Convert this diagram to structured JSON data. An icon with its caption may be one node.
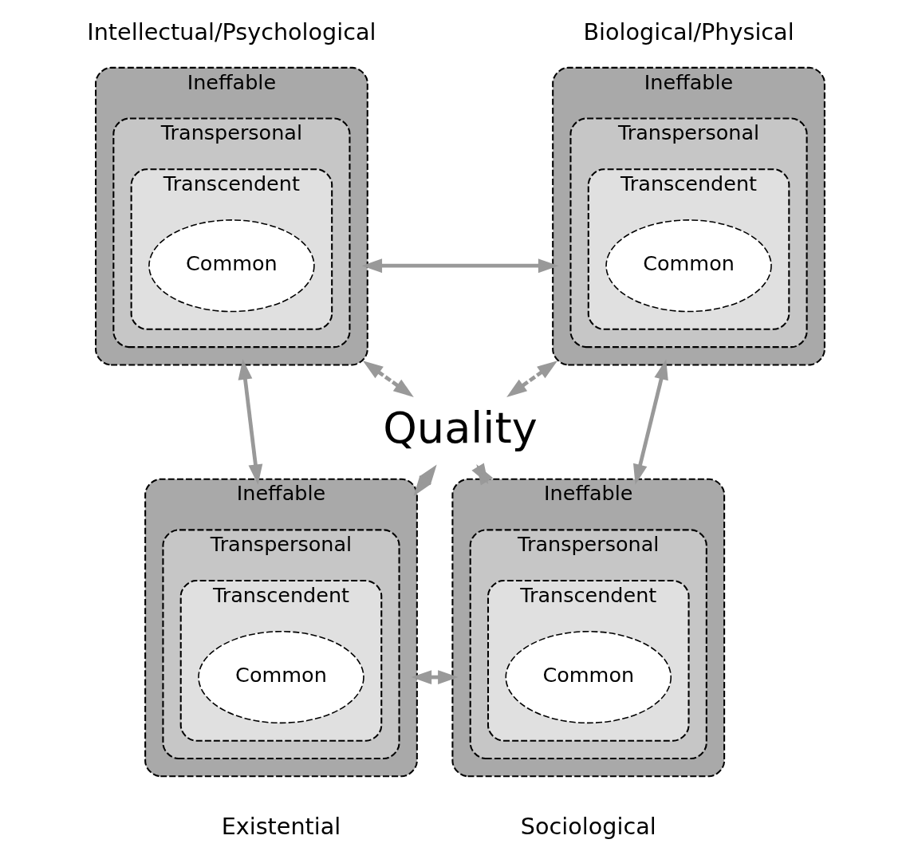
{
  "diagram": {
    "nodes": [
      {
        "text": [
          "Ineffable"
        ],
        "beside": [
          "Biological/Physical"
        ]
      },
      {
        "text": [
          "Transpersonal"
        ],
        "in": 0
      },
      {
        "text": [
          "Transcendent"
        ],
        "in": 1
      },
      {
        "text": [
          "Common"
        ],
        "in": 2
      },
      {
        "text": [
          "Ineffable"
        ],
        "beside": [
          "Intellectual/Psychological"
        ]
      },
      {
        "text": [
          "Transpersonal"
        ],
        "in": 4
      },
      {
        "text": [
          "Transcendent"
        ],
        "in": 5
      },
      {
        "text": [
          "Common"
        ],
        "in": 6
      },
      {
        "text": [
          "Ineffable"
        ],
        "beside": [
          "Sociological"
        ]
      },
      {
        "text": [
          "Transpersonal"
        ],
        "in": 8
      },
      {
        "text": [
          "Transcendent"
        ],
        "in": 9
      },
      {
        "text": [
          "Common"
        ],
        "in": 10
      },
      {
        "text": [
          "Ineffable"
        ],
        "beside": [
          "Existential"
        ]
      },
      {
        "text": [
          "Transpersonal"
        ],
        "in": 12
      },
      {
        "text": [
          "Transcendent"
        ],
        "in": 13
      },
      {
        "text": [
          "Common"
        ],
        "in": 14
      },
      {
        "text": [
          "Quality"
        ]
      }
    ],
    "edges": [
      {
        "from": 0,
        "to": 4,
        "arrow": "both"
      },
      {
        "from": 0,
        "to": 16,
        "arrow": "both",
        "style": "dashed"
      },
      {
        "from": 4,
        "to": 16,
        "arrow": "both",
        "style": "dashed"
      },
      {
        "from": 0,
        "to": 8,
        "arrow": "both"
      },
      {
        "from": 4,
        "to": 12,
        "arrow": "both"
      },
      {
        "from": 16,
        "to": 8,
        "arrow": "both",
        "style": "dashed"
      },
      {
        "from": 16,
        "to": 12,
        "arrow": "both",
        "style": "dashed"
      },
      {
        "from": 8,
        "to": 12,
        "arrow": "both"
      }
    ]
  }
}
